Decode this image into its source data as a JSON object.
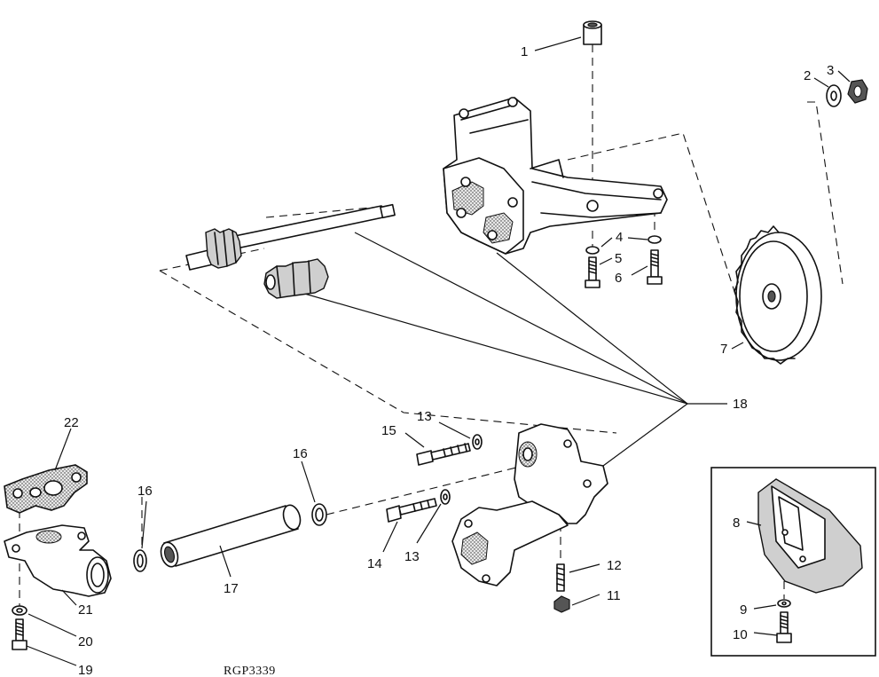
{
  "callouts": {
    "n1": "1",
    "n2": "2",
    "n3": "3",
    "n4": "4",
    "n5": "5",
    "n6": "6",
    "n7": "7",
    "n8": "8",
    "n9": "9",
    "n10": "10",
    "n11": "11",
    "n12": "12",
    "n13a": "13",
    "n13b": "13",
    "n14": "14",
    "n15": "15",
    "n16a": "16",
    "n16b": "16",
    "n17": "17",
    "n18": "18",
    "n19": "19",
    "n20": "20",
    "n21": "21",
    "n22": "22"
  },
  "figure_code": "RGP3339"
}
